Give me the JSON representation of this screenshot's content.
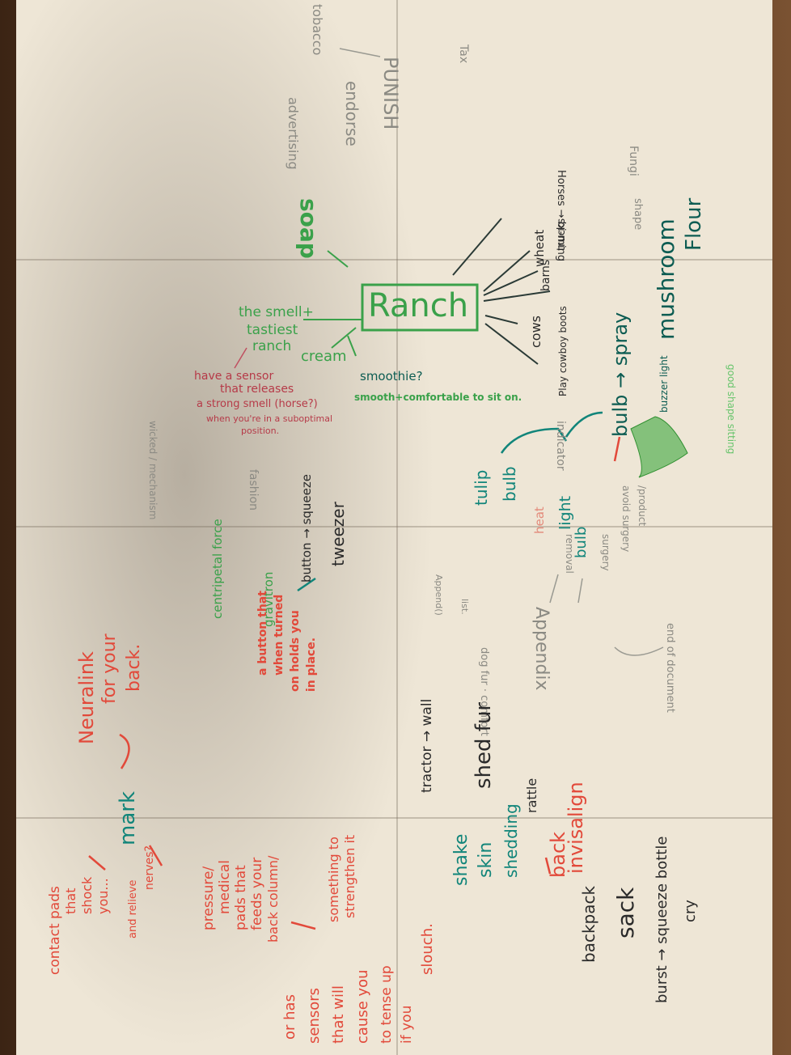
{
  "notes": {
    "ranch": "Ranch",
    "soap": "soap",
    "the_smell": "the smell+",
    "tastiest": "tastiest",
    "ranch_small": "ranch",
    "cream": "cream",
    "smoothie": "smoothie?",
    "smooth_comfortable": "smooth+comfortable to sit on.",
    "have_sensor": "have a sensor",
    "that_releases": "that releases",
    "strong_smell": "a strong smell (horse?)",
    "when_suboptimal": "when you're in a suboptimal",
    "position": "position.",
    "horses": "Horses → bi-ming",
    "wheat": "wheat",
    "barns": "barns",
    "trucks": "trucks",
    "cows": "cows",
    "cowboy_boots": "Play cowboy boots",
    "fungi": "Fungi",
    "shape": "shape",
    "mushroom": "mushroom",
    "flour": "Flour",
    "bulb_spray": "bulb → spray",
    "buzzer_light": "buzzer light",
    "good_shape": "good shape sitting",
    "indicator": "indicator",
    "tulip": "tulip",
    "bulb": "bulb",
    "light": "light",
    "bulb2": "bulb",
    "heat": "heat",
    "product": "/product",
    "avoid_surgery": "avoid surgery",
    "surgery": "surgery",
    "removal": "removal",
    "appendix": "Appendix",
    "append": "Append()",
    "list": "list.",
    "end_of_document": "end of document",
    "punish": "PUNISH",
    "tax": "Tax",
    "endorse": "endorse",
    "advertising": "advertising",
    "tobacco": "tobacco",
    "fashion": "fashion",
    "wicked": "wicked / mechanism",
    "centripetal": "centripetal force",
    "gravitron": "gravitron",
    "button": "button → squeeze",
    "tweezer": "tweezer",
    "a_button": "a button that",
    "when_turned": "when turned",
    "on_holds": "on holds you",
    "in_place": "in place.",
    "neuralink": "Neuralink",
    "for_your": "for your",
    "back": "back.",
    "mark": "mark",
    "contact_pads": "contact pads",
    "that": "that",
    "shock": "shock",
    "you": "you...",
    "and_relieve": "and relieve",
    "nerves": "nerves?",
    "pressure": "pressure/",
    "medical": "medical",
    "pads_that": "pads that",
    "feeds": "feeds your",
    "back_column": "back column/",
    "something_to": "something to",
    "strengthen": "strengthen it",
    "or_has": "or has",
    "sensors": "sensors",
    "that_will": "that will",
    "cause_you": "cause you",
    "to_tense": "to tense up",
    "if_you": "if you",
    "slouch": "slouch.",
    "dog_fur": "dog fur · comfort",
    "tractor_wall": "tractor → wall",
    "shed_fur": "shed fur",
    "rattle": "rattle",
    "shake": "shake",
    "skin": "skin",
    "shedding": "shedding",
    "back_red": "back",
    "invisalign": "invisalign",
    "backpack": "backpack",
    "sack": "sack",
    "burst": "burst → squeeze bottle",
    "cry": "cry"
  }
}
